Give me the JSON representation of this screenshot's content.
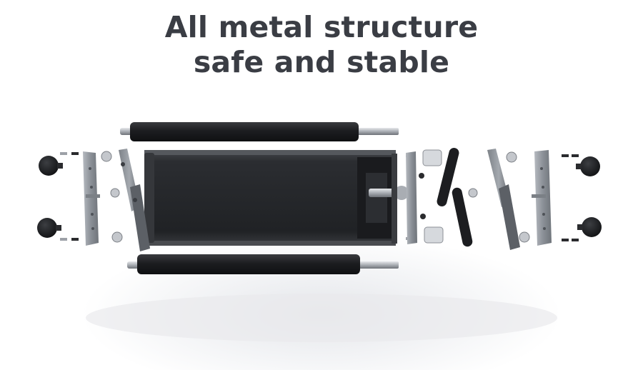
{
  "headline": {
    "line1": "All metal structure",
    "line2": "safe and stable"
  },
  "illustration": {
    "subject": "exploded-view of metal roller assembly",
    "colors": {
      "body": "#2a2c30",
      "roller": "#1d1e21",
      "metal": "#b8bcc2",
      "plate": "#8f949b",
      "knob": "#1a1b1e",
      "background": "#ffffff"
    }
  }
}
